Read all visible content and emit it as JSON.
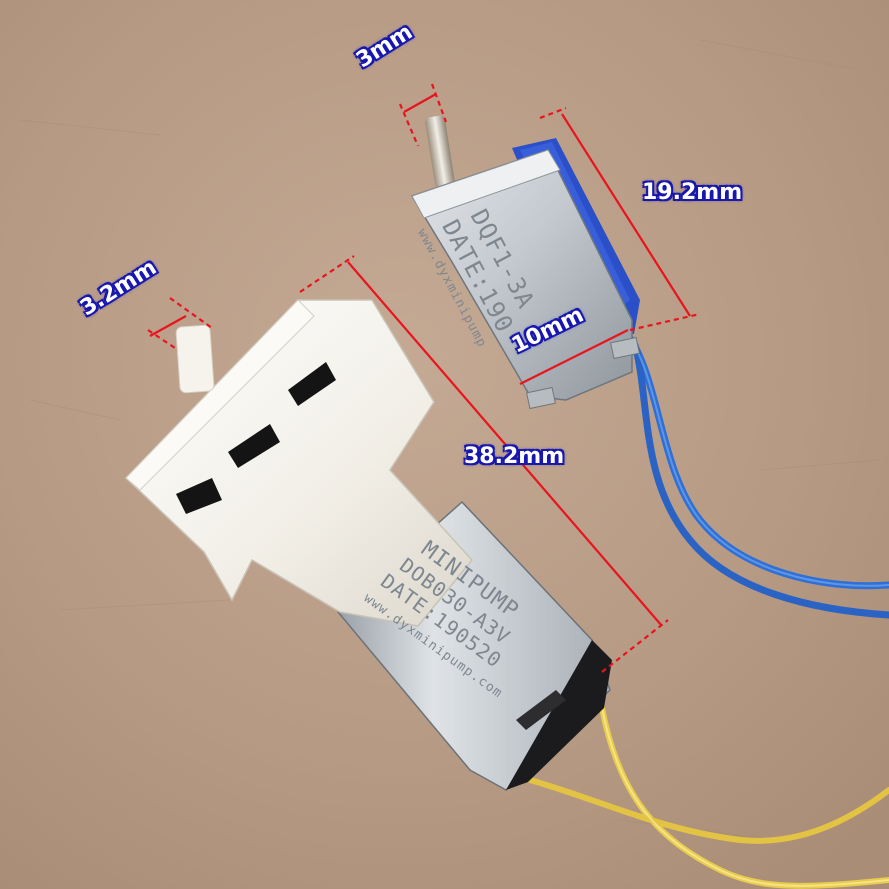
{
  "dimensions": {
    "valve_pin": "3mm",
    "valve_length": "19.2mm",
    "valve_width": "10mm",
    "pump_nozzle": "3.2mm",
    "pump_length": "38.2mm"
  },
  "valve_label": {
    "line1": "DQF1-3A",
    "line2": "DATE:190",
    "line3": "www.dyxminipump"
  },
  "pump_label": {
    "line1": "MINIPUMP",
    "line2": "DOB030-A3V",
    "line3": "DATE:190520",
    "line4": "www.dyxminipump.com"
  },
  "colors": {
    "background": "#b89c86",
    "dimension_line": "#e8141e",
    "label_glow": "#1a1ab0",
    "wire_blue": "#2f6fd6",
    "wire_yellow": "#e8cc4e",
    "metal": "#c7ccd2",
    "pump_head": "#f4f1ea"
  }
}
